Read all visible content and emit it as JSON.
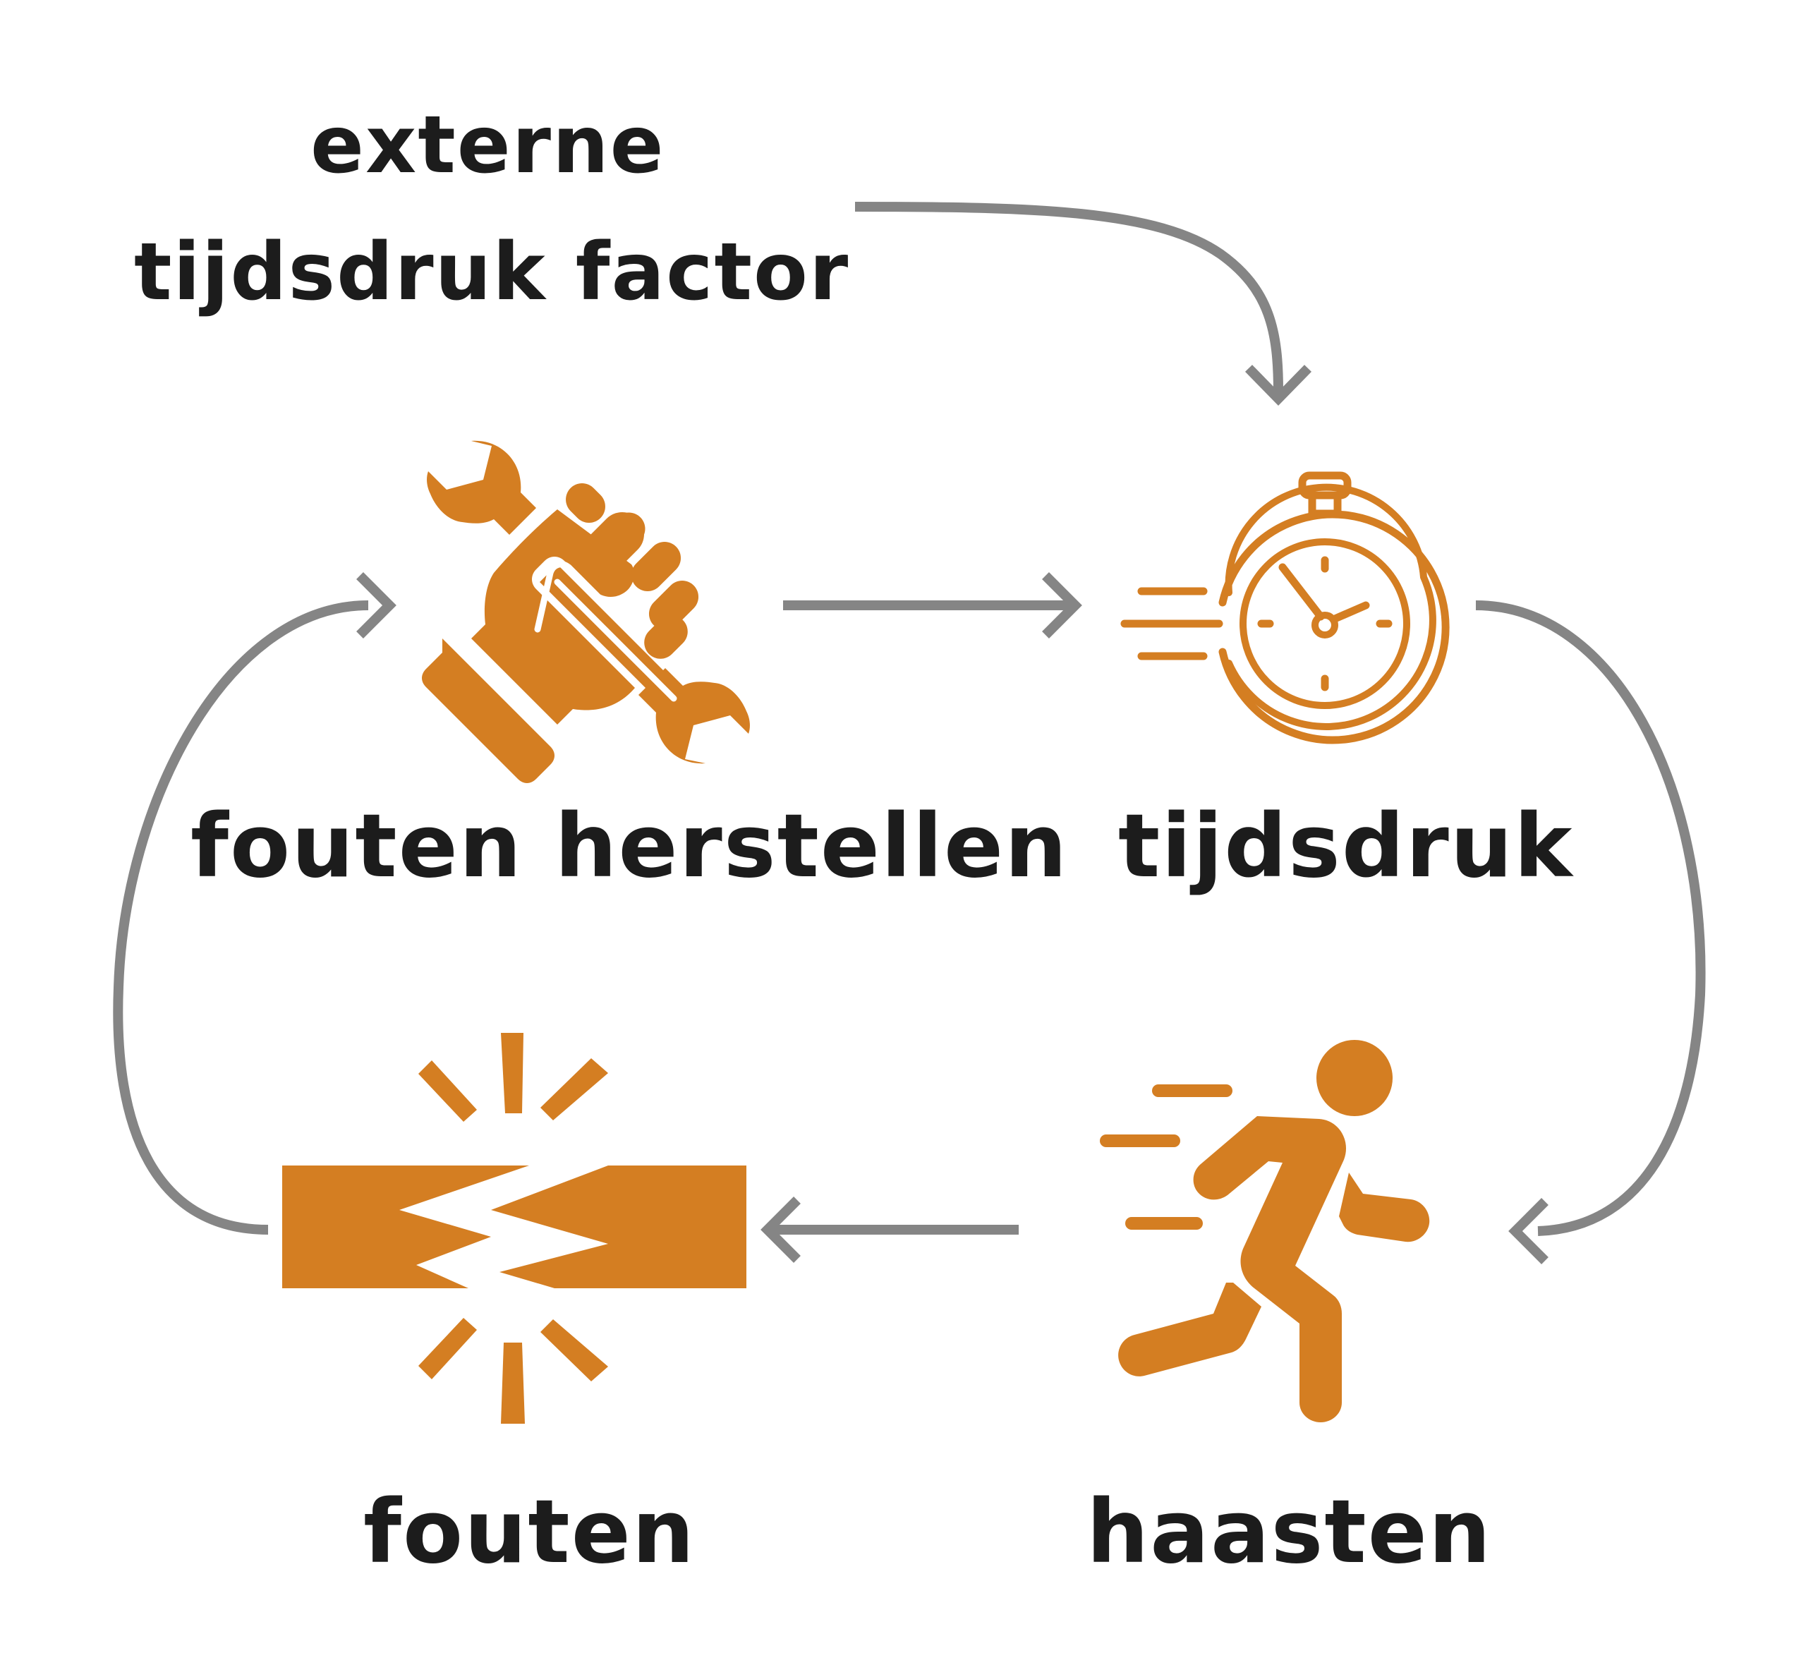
{
  "diagram": {
    "external_factor": {
      "line1": "externe",
      "line2": "tijdsdruk factor"
    },
    "nodes": {
      "repair": {
        "label": "fouten herstellen",
        "icon": "hand-wrench-icon"
      },
      "pressure": {
        "label": "tijdsdruk",
        "icon": "stopwatch-icon"
      },
      "rushing": {
        "label": "haasten",
        "icon": "running-person-icon"
      },
      "mistakes": {
        "label": "fouten",
        "icon": "broken-brick-icon"
      }
    }
  },
  "colors": {
    "icon": "#D47E22",
    "arrow": "#858585",
    "text": "#1C1C1C",
    "background": "#FFFFFF"
  }
}
